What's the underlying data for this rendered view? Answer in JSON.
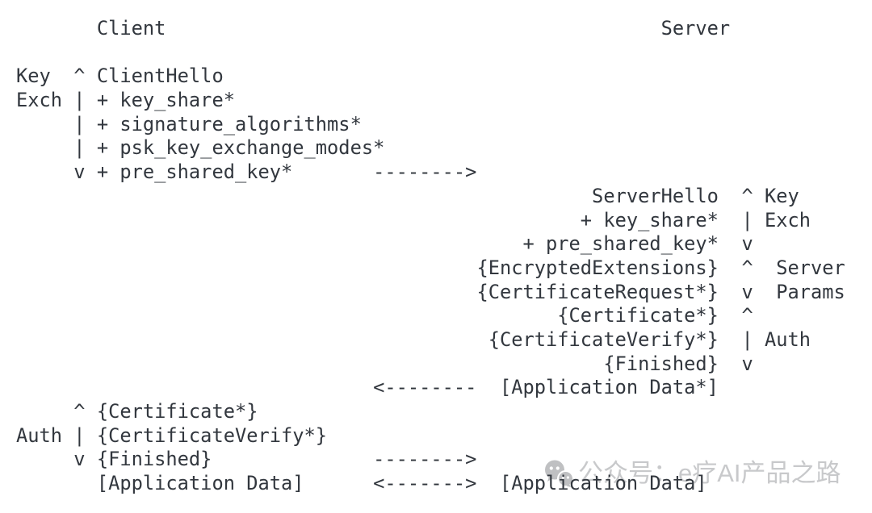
{
  "diagram": {
    "lines": [
      "       Client                                           Server",
      "",
      "Key  ^ ClientHello",
      "Exch | + key_share*",
      "     | + signature_algorithms*",
      "     | + psk_key_exchange_modes*",
      "     v + pre_shared_key*       -------->",
      "                                                  ServerHello  ^ Key",
      "                                                 + key_share*  | Exch",
      "                                            + pre_shared_key*  v",
      "                                        {EncryptedExtensions}  ^  Server",
      "                                        {CertificateRequest*}  v  Params",
      "                                               {Certificate*}  ^",
      "                                         {CertificateVerify*}  | Auth",
      "                                                   {Finished}  v",
      "                               <--------  [Application Data*]",
      "     ^ {Certificate*}",
      "Auth | {CertificateVerify*}",
      "     v {Finished}              -------->",
      "       [Application Data]      <------->  [Application Data]"
    ]
  },
  "watermark": {
    "text": "公众号：e疗AI产品之路",
    "icon": "wechat-icon",
    "text_color": "#c3c4c6",
    "icon_color": "#b9babc"
  },
  "colors": {
    "background": "#ffffff",
    "diagram_text": "#32373e"
  }
}
